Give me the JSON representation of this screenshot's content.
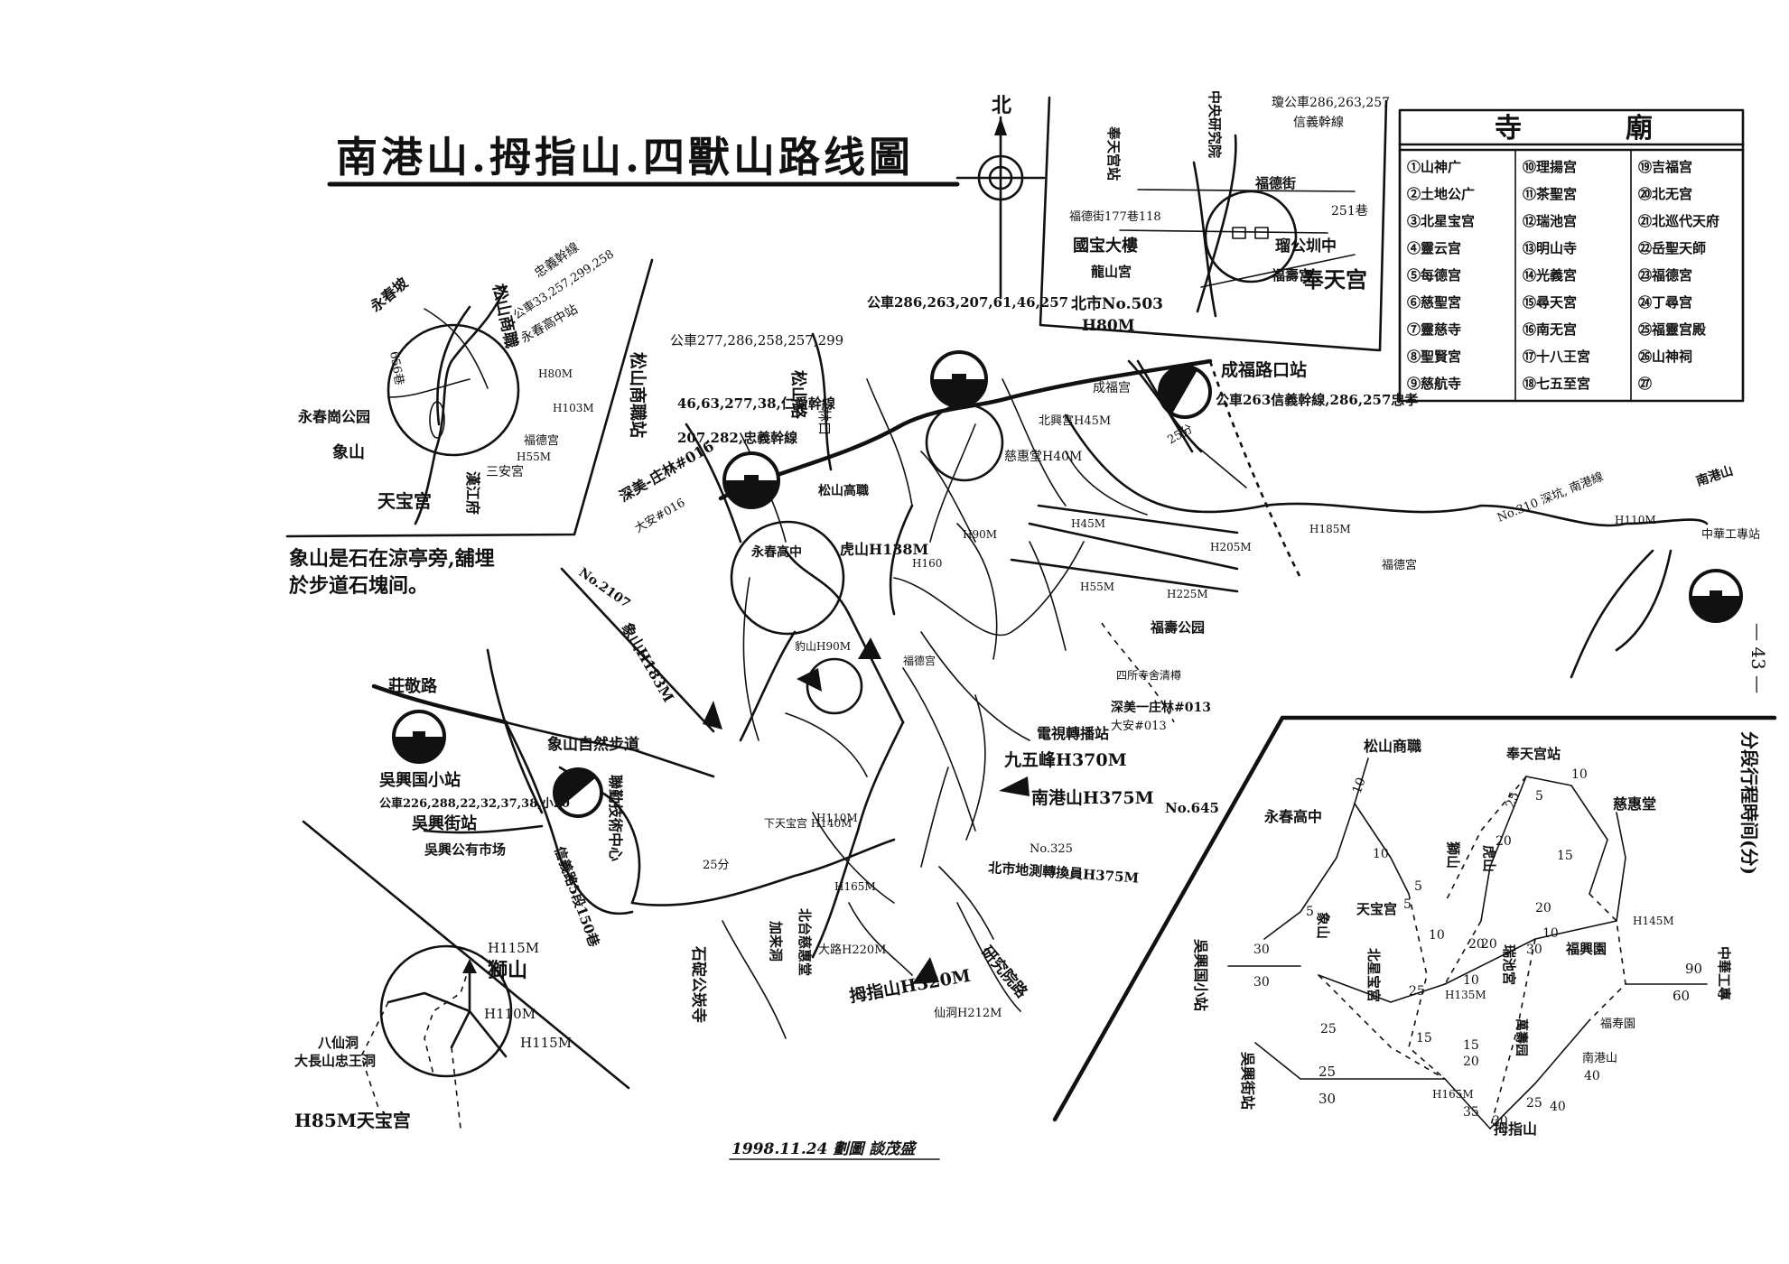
{
  "title": "南港山.拇指山.四獸山路线圖",
  "north_label": "北",
  "page_number": "— 43 —",
  "credit": "1998.11.24 劃圖 談茂盛",
  "note_line1": "象山是石在涼亭旁,舖埋",
  "note_line2": "於步道石塊间。",
  "temples": {
    "header_left": "寺",
    "header_right": "廟",
    "col1": [
      "①山神广",
      "②土地公广",
      "③北星宝宫",
      "④靈云宫",
      "⑤每德宫",
      "⑥慈聖宮",
      "⑦靈慈寺",
      "⑧聖賢宮",
      "⑨慈航寺"
    ],
    "col2": [
      "⑩理揚宫",
      "⑪茶聖宮",
      "⑫瑞池宫",
      "⑬明山寺",
      "⑭光義宮",
      "⑮尋天宮",
      "⑯南无宫",
      "⑰十八王宮",
      "⑱七五至宮"
    ],
    "col3": [
      "⑲吉福宫",
      "⑳北无宫",
      "㉑北巡代天府",
      "㉒岳聖天師",
      "㉓福德宮",
      "㉔丁尋宫",
      "㉕福靈宫殿",
      "㉖山神祠",
      "㉗"
    ]
  },
  "inset_ne": {
    "stations": [
      "奉天宫站",
      "中央研究院",
      "瓊公車286,263,257",
      "信義幹線",
      "福德街",
      "福德街177巷118",
      "國宝大樓",
      "龍山宮",
      "瑠公圳中",
      "福壽宫",
      "奉天宫",
      "北市No.503",
      "H80M",
      "251巷"
    ]
  },
  "inset_nw": {
    "labels": [
      "松山商職",
      "忠義幹線",
      "公車33,257,299,258",
      "永春高中站",
      "永春崗公园",
      "象山",
      "天宝宫",
      "三安宮",
      "福德宫",
      "H55M",
      "H103M",
      "H80M",
      "656巷",
      "永春坡",
      "漢江府"
    ]
  },
  "inset_sw": {
    "labels": [
      "H115M",
      "獅山",
      "H110M",
      "H115M",
      "八仙洞",
      "大長山忠王洞",
      "H85M天宝宫"
    ]
  },
  "main": {
    "bus_stops": [
      "松山商職站",
      "公車277,286,258,257,299",
      "46,63,277,38,仁愛幹線",
      "207,282,忠義幹線",
      "公車286,263,207,61,46,257",
      "成福路口站",
      "公車263信義幹線,286,257忠孝",
      "吳興国小站",
      "公車226,288,22,32,37,38,小20",
      "吳興街站",
      "吳興公有市场",
      "莊敬路"
    ],
    "peaks": [
      "虎山H138M",
      "永春高中",
      "九五峰H370M",
      "南港山H375M",
      "No.645",
      "拇指山H320M",
      "H160",
      "H90M",
      "豹山H90M"
    ],
    "places": [
      "松山路",
      "林口",
      "松山高職",
      "慈惠堂H40M",
      "成福宫",
      "北興宫H45M",
      "H45M",
      "H205M",
      "H185M",
      "H55M",
      "H225M",
      "H110M",
      "南港山",
      "福德宮",
      "中華工專站",
      "No.310 深坑, 南港線",
      "福壽公园",
      "電視轉播站",
      "北市地測轉換員H375M",
      "No.325",
      "福德宫",
      "石碇公崁寺",
      "加来洞",
      "北台慈惠堂",
      "下天宝宫 H140M",
      "H110M",
      "H165M",
      "大路H220M",
      "仙洞H212M",
      "研究院路",
      "信義路5段150巷",
      "聯勤技術中心",
      "象山自然步道",
      "象山H183M",
      "No.2107",
      "深美-庄林#016",
      "大安#016",
      "深美一庄林#013",
      "大安#013",
      "四所寺舍清樽",
      "25分",
      "25分"
    ]
  },
  "segments": {
    "title": "分段行程時间(分)",
    "nodes": [
      "松山商職",
      "永春高中",
      "奉天宫站",
      "慈惠堂",
      "虎山",
      "獅山",
      "天宝宫",
      "象山",
      "吳興国小站",
      "吳興街站",
      "北星宝宫",
      "H135M",
      "瑞池宮",
      "福興園",
      "H145M",
      "中華工專",
      "福寿園",
      "南港山",
      "萬壽园",
      "H165M",
      "拇指山"
    ],
    "times": [
      "10",
      "10",
      "5",
      "10",
      "25",
      "5",
      "20",
      "15",
      "20",
      "25",
      "20",
      "25",
      "10",
      "5",
      "20",
      "5",
      "30",
      "30",
      "40",
      "10",
      "15",
      "10",
      "30",
      "25",
      "90",
      "60",
      "15",
      "20",
      "25",
      "30",
      "35",
      "30",
      "40"
    ]
  }
}
